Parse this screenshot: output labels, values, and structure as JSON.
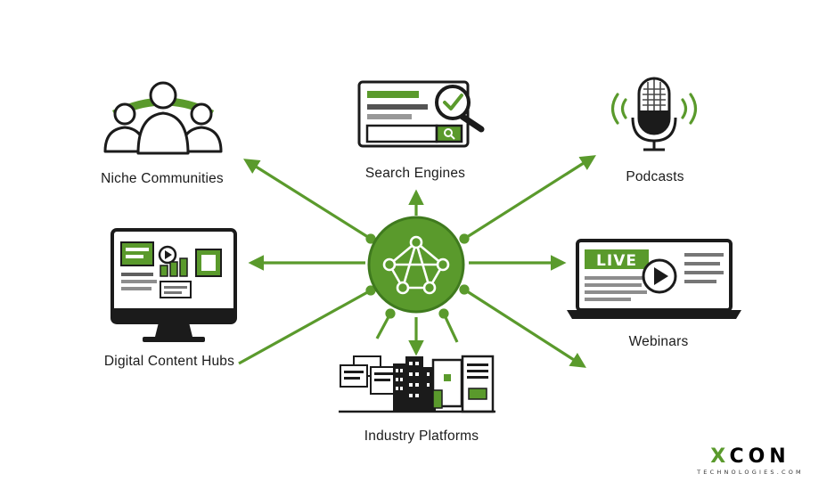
{
  "colors": {
    "accent": "#5a9a2c",
    "accent_dark": "#3f7a1e",
    "ink": "#1b1b1b"
  },
  "hub": {
    "icon": "network-nodes-icon"
  },
  "nodes": [
    {
      "id": "niche",
      "label": "Niche Communities",
      "icon": "people-group-icon"
    },
    {
      "id": "search",
      "label": "Search Engines",
      "icon": "search-browser-icon"
    },
    {
      "id": "podcasts",
      "label": "Podcasts",
      "icon": "microphone-icon"
    },
    {
      "id": "hubs",
      "label": "Digital Content Hubs",
      "icon": "desktop-monitor-icon"
    },
    {
      "id": "webinars",
      "label": "Webinars",
      "icon": "live-webinar-laptop-icon"
    },
    {
      "id": "industry",
      "label": "Industry Platforms",
      "icon": "industry-buildings-icon"
    }
  ],
  "webinar_badge": "LIVE",
  "logo": {
    "word": "XCON",
    "sub": "TECHNOLOGIES.COM"
  }
}
